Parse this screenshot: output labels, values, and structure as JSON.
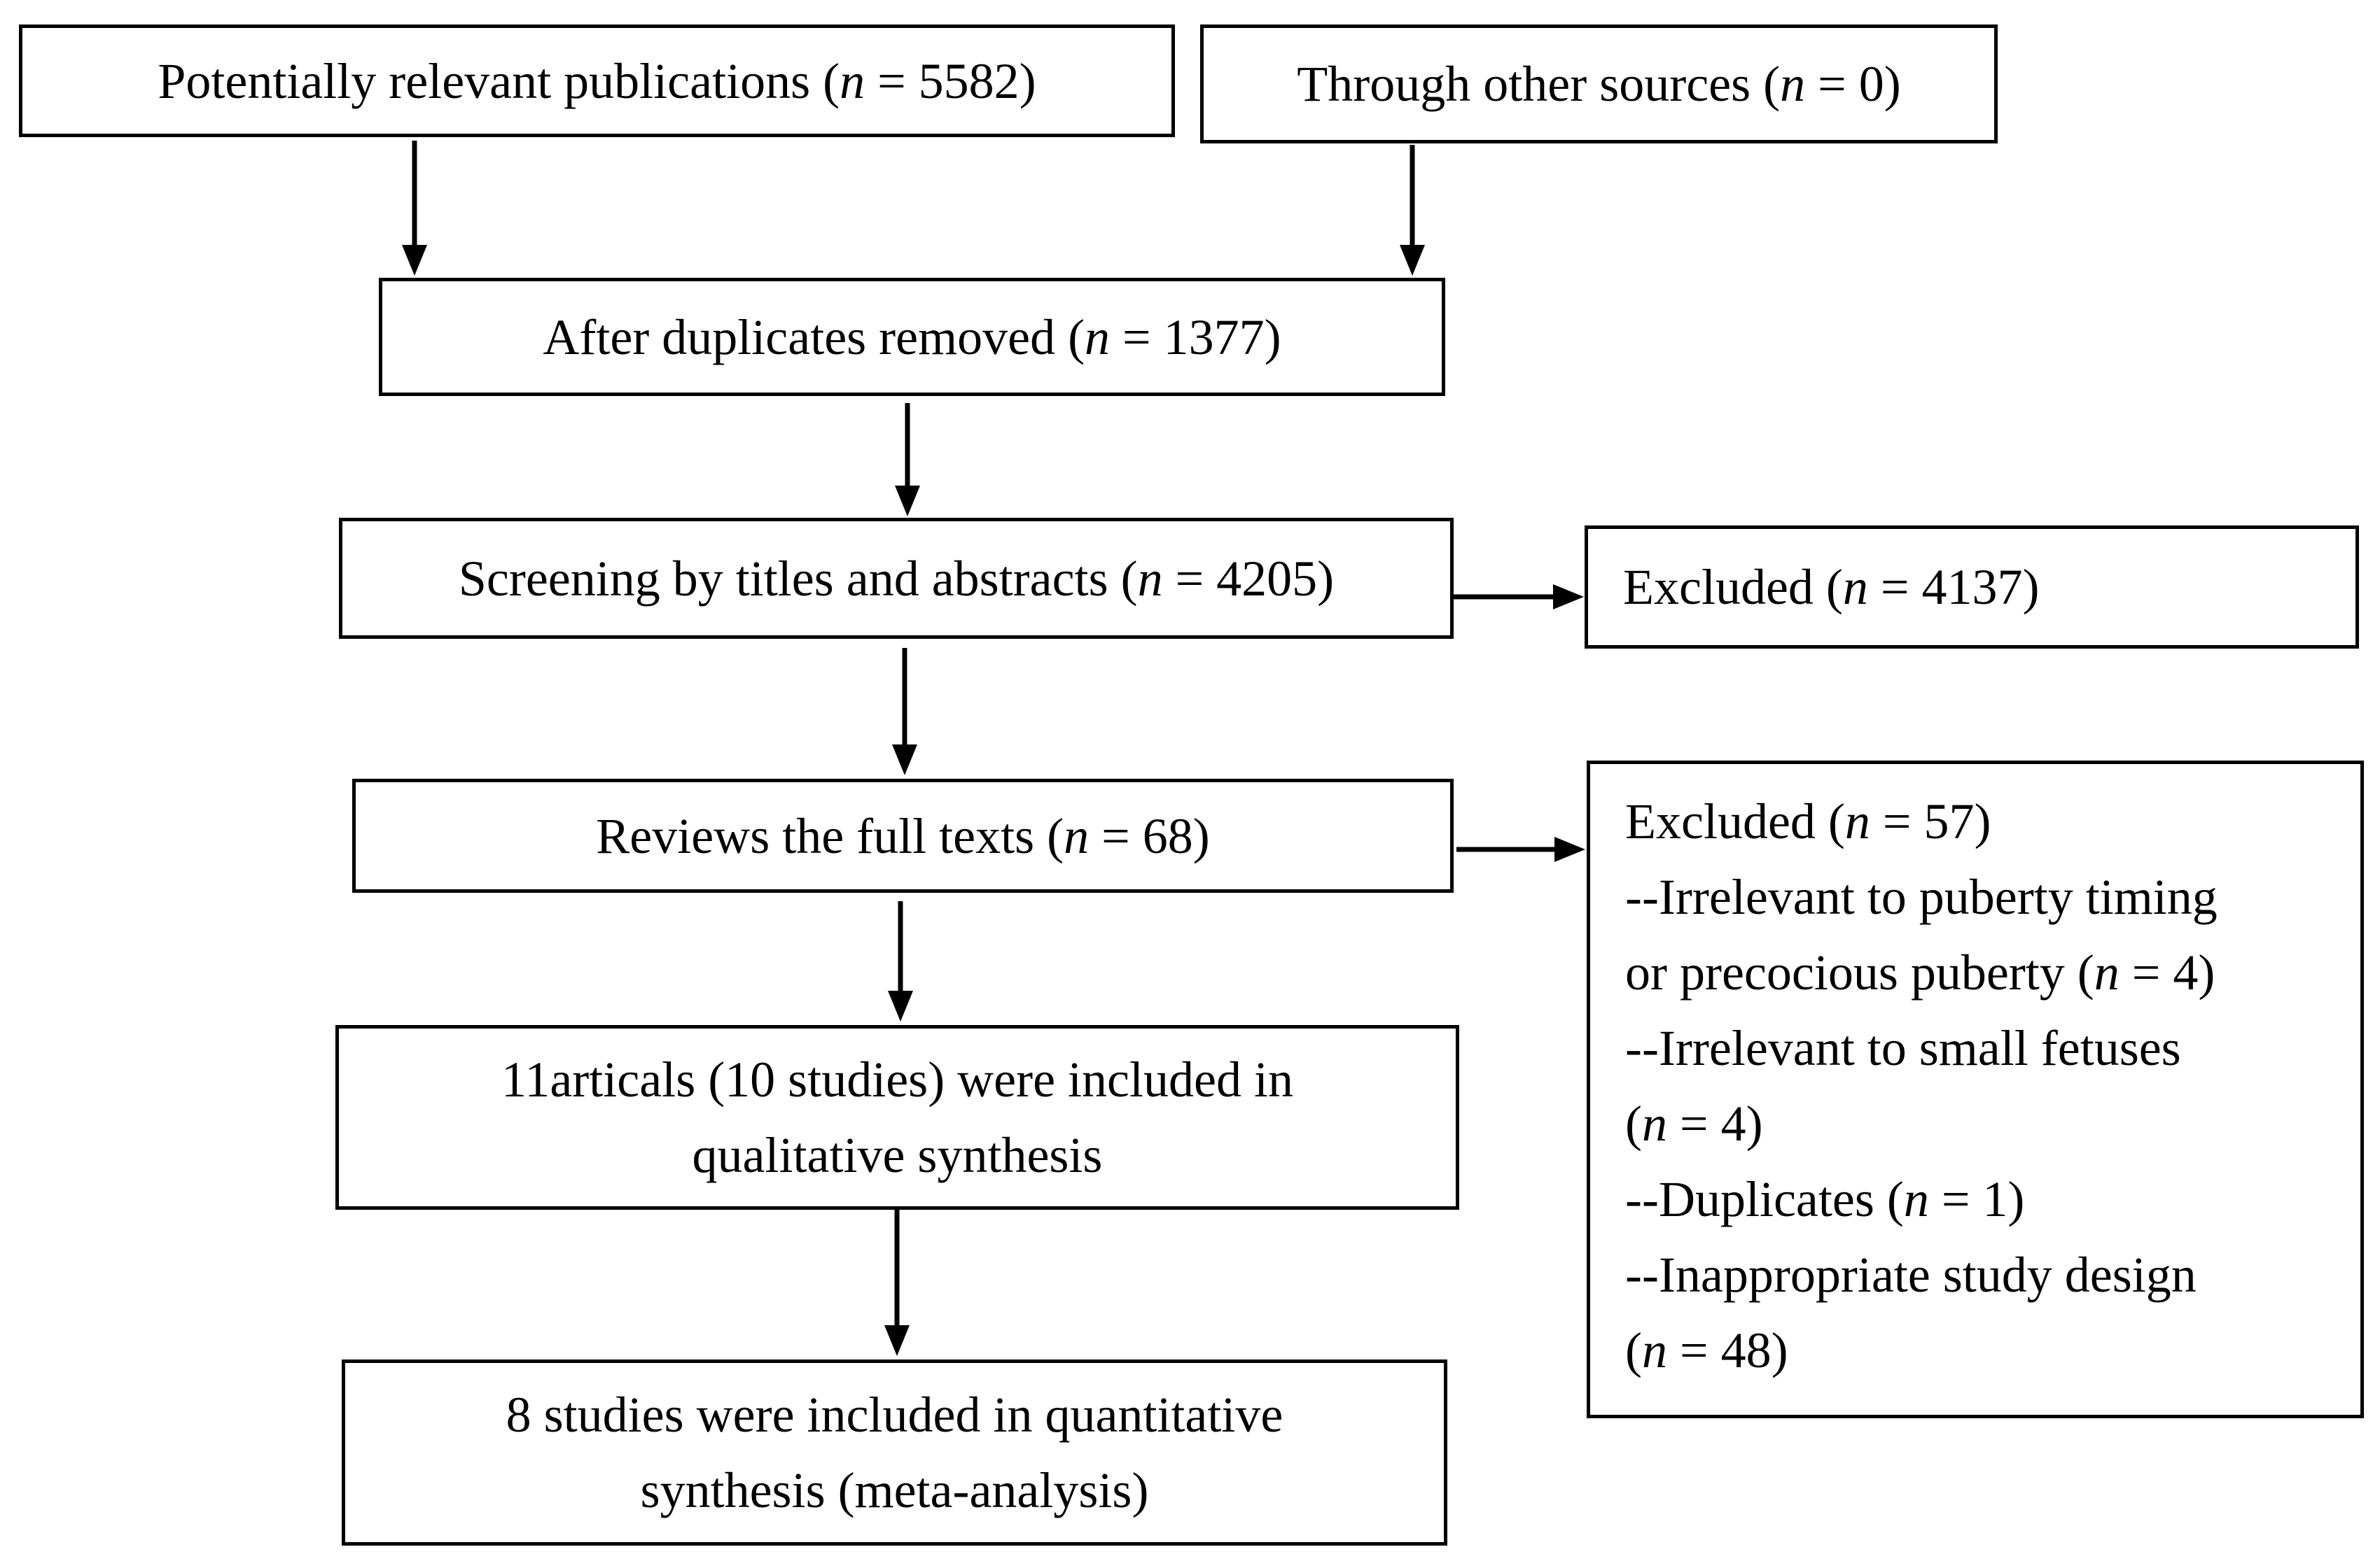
{
  "diagram": {
    "potentially_relevant": {
      "pre": "Potentially relevant publications (",
      "n": "n",
      "post": " = 5582)"
    },
    "other_sources": {
      "pre": "Through other sources (",
      "n": "n",
      "post": " = 0)"
    },
    "after_duplicates": {
      "pre": "After duplicates removed (",
      "n": "n",
      "post": " = 1377)"
    },
    "screening": {
      "pre": "Screening by titles and abstracts (",
      "n": "n",
      "post": " = 4205)"
    },
    "excluded_screening": {
      "pre": "Excluded (",
      "n": "n",
      "post": " = 4137)"
    },
    "full_texts": {
      "pre": "Reviews the full texts (",
      "n": "n",
      "post": " = 68)"
    },
    "excluded_fulltext": {
      "heading": {
        "pre": "Excluded (",
        "n": "n",
        "post": " = 57)"
      },
      "reasons": [
        {
          "line1": "--Irrelevant to puberty timing",
          "line2": {
            "pre": "or precocious puberty (",
            "n": "n",
            "post": " = 4)"
          }
        },
        {
          "line1": "--Irrelevant to small fetuses",
          "line2": {
            "pre": "(",
            "n": "n",
            "post": " = 4)"
          }
        },
        {
          "line1": {
            "pre": "--Duplicates (",
            "n": "n",
            "post": " = 1)"
          }
        },
        {
          "line1": "--Inappropriate study design",
          "line2": {
            "pre": "(",
            "n": "n",
            "post": " = 48)"
          }
        }
      ]
    },
    "qualitative": {
      "line1": "11articals (10 studies) were included in",
      "line2": "qualitative synthesis"
    },
    "quantitative": {
      "line1": "8 studies were included in quantitative",
      "line2": "synthesis (meta-analysis)"
    }
  }
}
